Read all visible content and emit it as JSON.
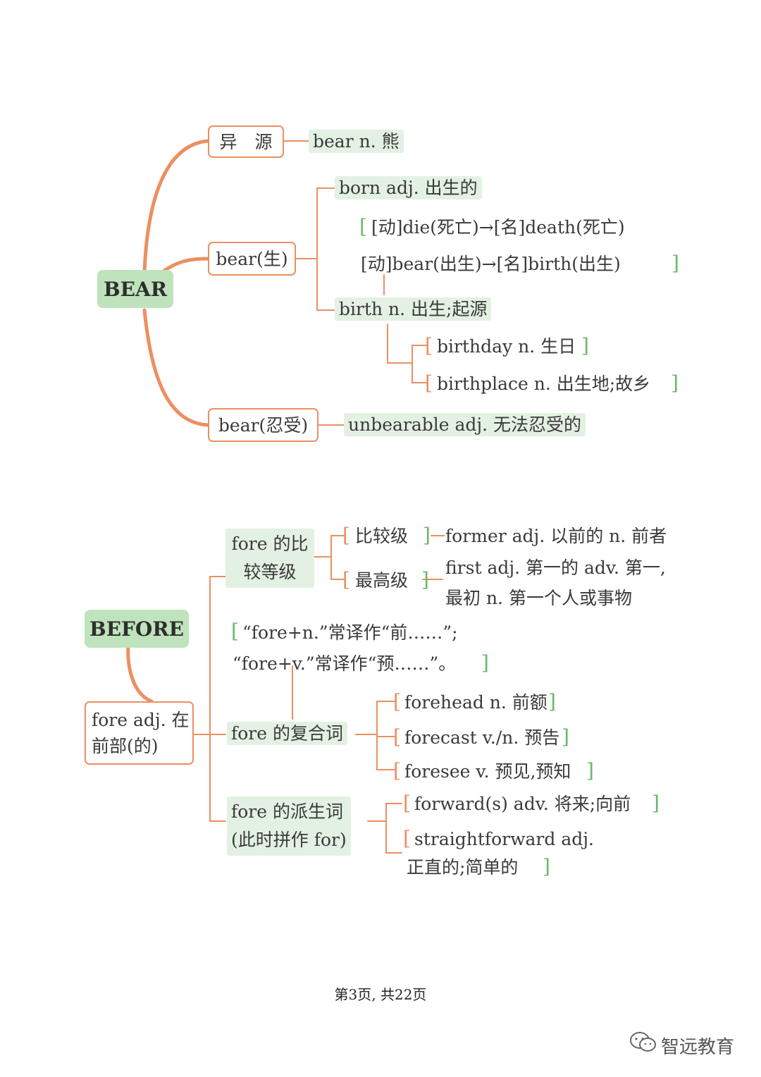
{
  "bear": {
    "root": "BEAR",
    "b1_label": "异　源",
    "b1_child": "bear n. 熊",
    "b2_label": "bear(生)",
    "born": "born adj. 出生的",
    "rel1_a": "[动]die(死亡)→[名]death(死亡)",
    "rel1_b": "[动]bear(出生)→[名]birth(出生)",
    "birth": "birth n. 出生;起源",
    "birthday": "birthday n. 生日",
    "birthplace": "birthplace n. 出生地;故乡",
    "b3_label": "bear(忍受)",
    "b3_child": "unbearable adj. 无法忍受的"
  },
  "before": {
    "root": "BEFORE",
    "fore": [
      "fore adj. 在",
      "前部(的)"
    ],
    "comp": [
      "fore 的比",
      "较等级"
    ],
    "comparative": "比较级",
    "former": "former adj. 以前的 n. 前者",
    "superlative": "最高级",
    "first": [
      "first adj. 第一的 adv. 第一,",
      "最初 n. 第一个人或事物"
    ],
    "note": [
      "“fore+n.”常译作“前……”;",
      "“fore+v.”常译作“预……”。"
    ],
    "compound": "fore 的复合词",
    "forehead": "forehead n. 前额",
    "forecast": "forecast v./n. 预告",
    "foresee": "foresee v. 预见,预知",
    "deriv": [
      "fore 的派生词",
      "(此时拼作 for)"
    ],
    "forward": "forward(s) adv. 将来;向前",
    "straight": [
      "straightforward adj.",
      "正直的;简单的"
    ]
  },
  "footer": "第3页, 共22页",
  "watermark": "智远教育",
  "colors": {
    "line": "#ec8f62",
    "root_fill": "#bfe3bc",
    "green_box": "#e3f1e3",
    "green_bracket": "#6bb86b"
  }
}
